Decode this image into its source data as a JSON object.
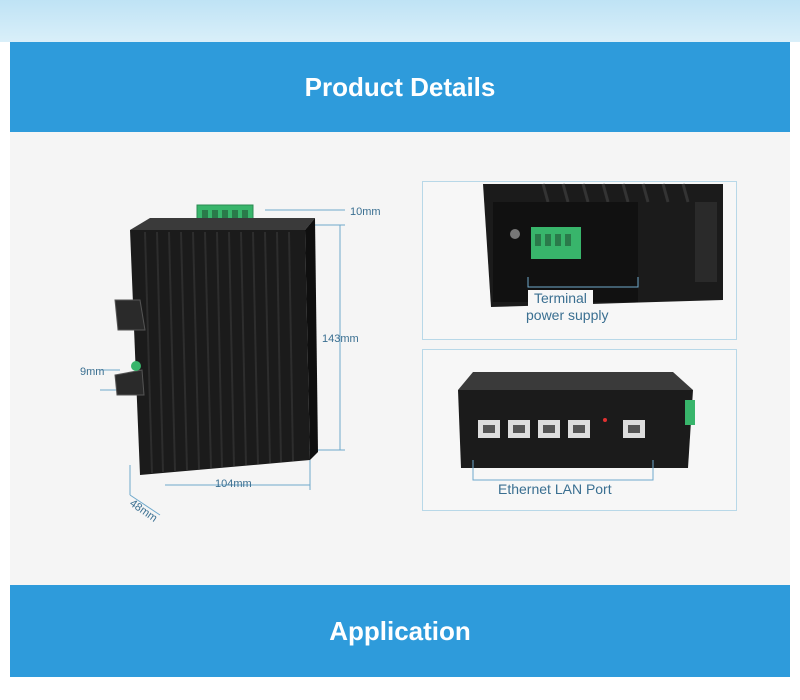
{
  "banners": {
    "product_details": "Product Details",
    "application": "Application"
  },
  "dimensions": {
    "top": "10mm",
    "height": "143mm",
    "side": "9mm",
    "width": "104mm",
    "depth": "48mm"
  },
  "callouts": {
    "terminal_line1": "Terminal",
    "terminal_line2": "power supply",
    "ethernet": "Ethernet LAN Port"
  },
  "colors": {
    "banner_blue": "#2e9bdb",
    "device_black": "#1b1b1b",
    "terminal_green": "#38b56b",
    "dimension_blue": "#6fa9cc"
  }
}
